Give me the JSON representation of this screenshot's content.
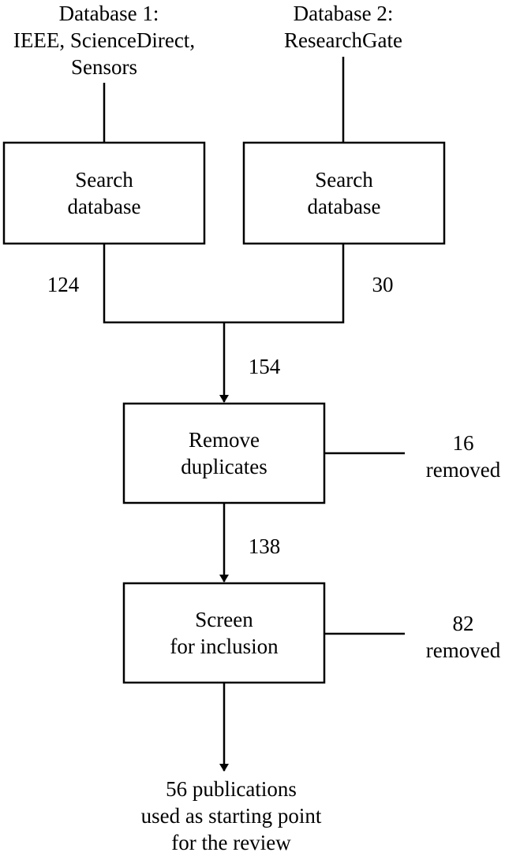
{
  "sources": {
    "db1": [
      "Database 1:",
      "IEEE, ScienceDirect,",
      "Sensors"
    ],
    "db2": [
      "Database 2:",
      "ResearchGate"
    ]
  },
  "boxes": {
    "search1": [
      "Search",
      "database"
    ],
    "search2": [
      "Search",
      "database"
    ],
    "dedupe": [
      "Remove",
      "duplicates"
    ],
    "screen": [
      "Screen",
      "for inclusion"
    ]
  },
  "counts": {
    "db1_results": "124",
    "db2_results": "30",
    "combined": "154",
    "after_dedupe": "138"
  },
  "side_notes": {
    "dedupe_removed": [
      "16",
      "removed"
    ],
    "screen_removed": [
      "82",
      "removed"
    ]
  },
  "result": [
    "56 publications",
    "used as starting point",
    "for the review"
  ],
  "colors": {
    "stroke": "#000000",
    "background": "#ffffff"
  }
}
